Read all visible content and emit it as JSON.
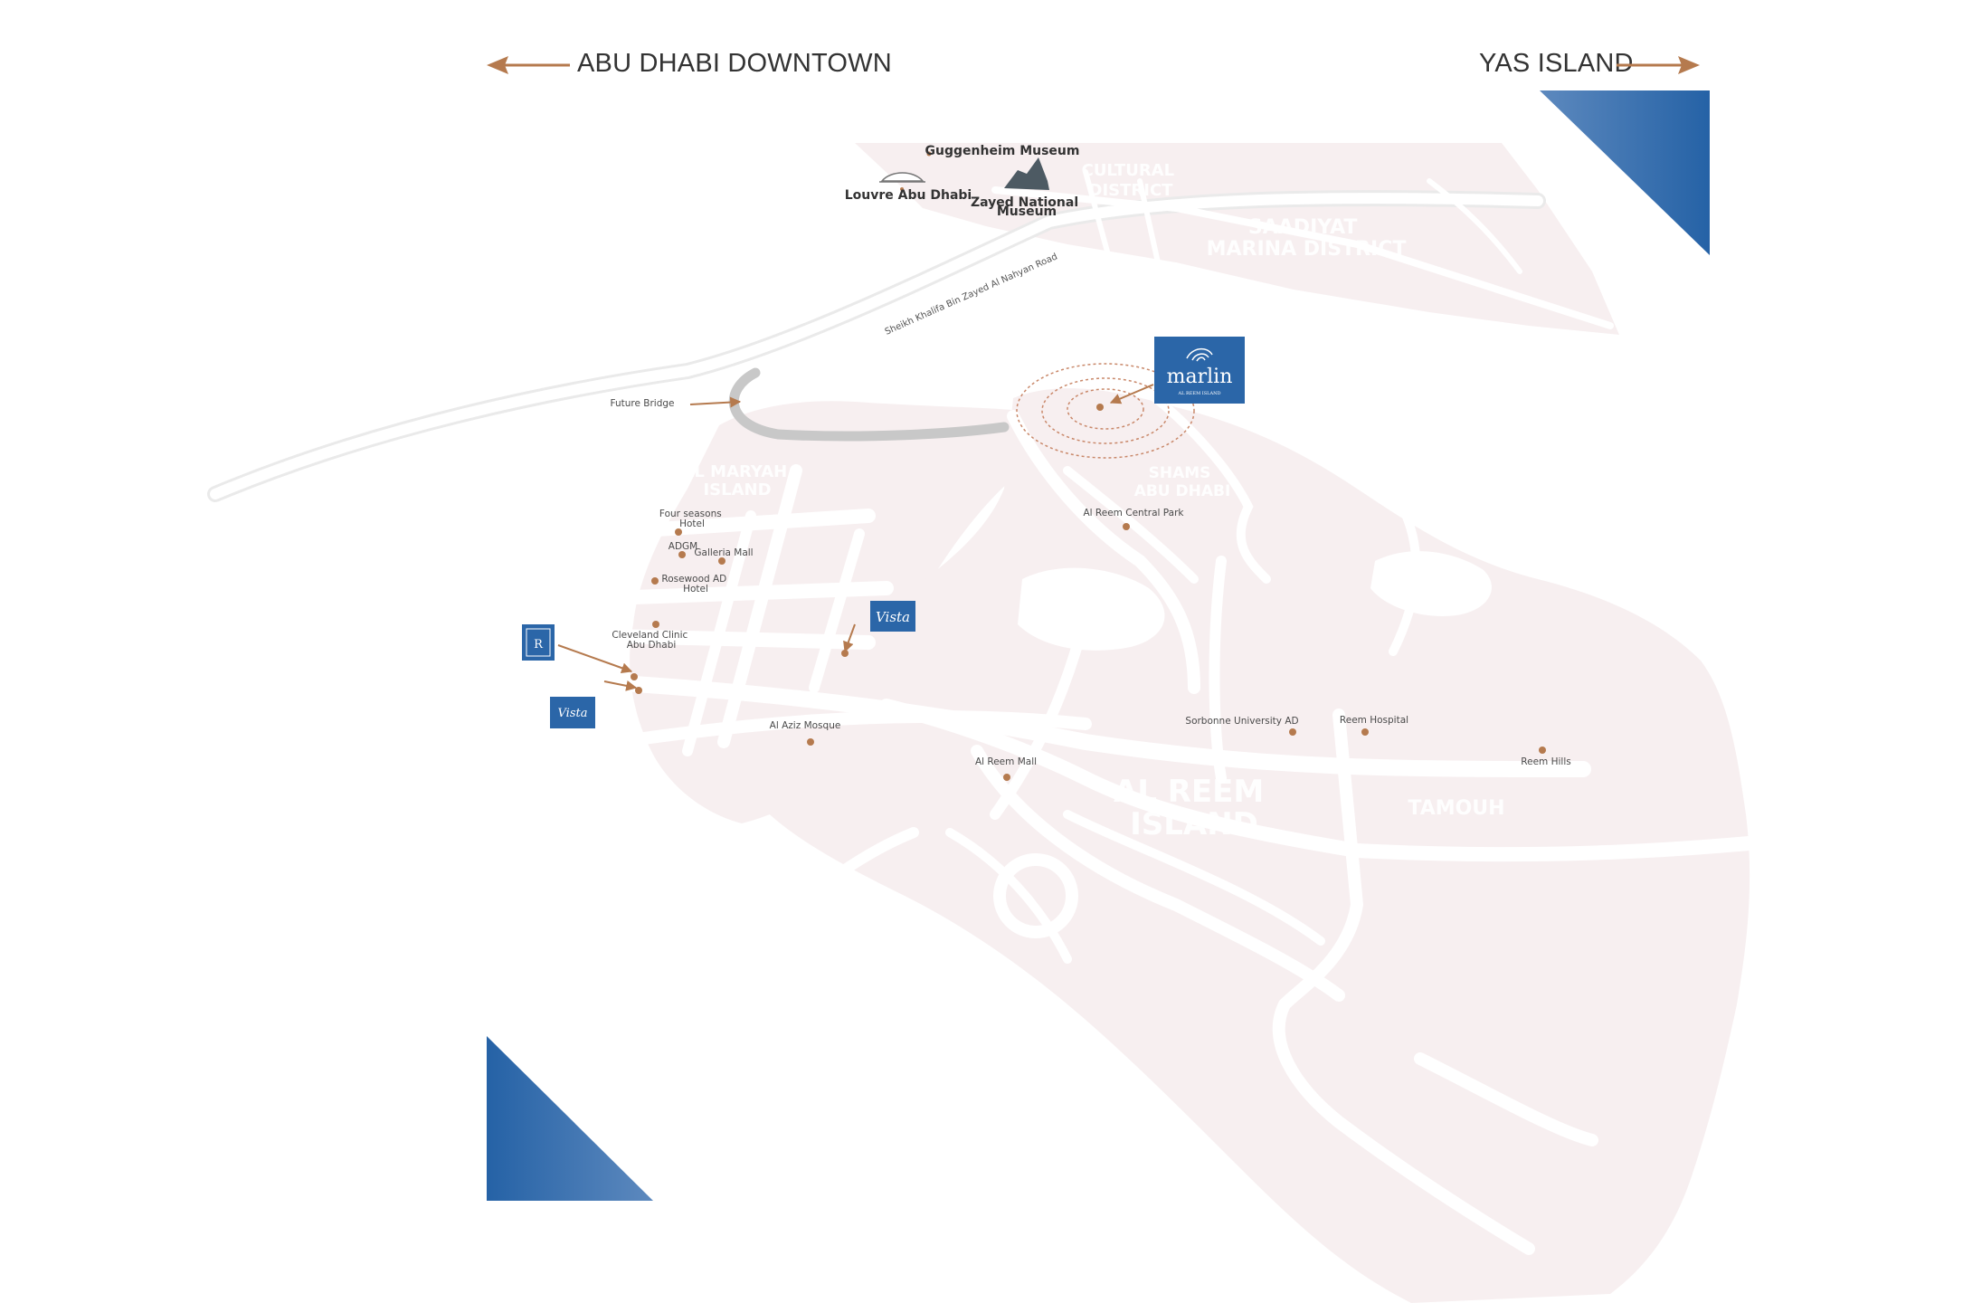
{
  "directions": {
    "left": "ABU DHABI DOWNTOWN",
    "right": "YAS ISLAND"
  },
  "districts": {
    "cultural_district": [
      "CULTURAL",
      "DISTRICT"
    ],
    "saadiyat": [
      "SAADIYAT",
      "MARINA DISTRICT"
    ],
    "al_maryah": [
      "AL MARYAH",
      "ISLAND"
    ],
    "shams": [
      "SHAMS",
      "ABU DHABI"
    ],
    "al_reem": [
      "AL REEM",
      "ISLAND"
    ],
    "tamouh": "TAMOUH"
  },
  "roads": {
    "sheikh_khalifa": "Sheikh Khalifa Bin Zayed Al Nahyan Road",
    "future_bridge": "Future Bridge"
  },
  "landmarks": {
    "guggenheim": "Guggenheim Museum",
    "louvre": "Louvre Abu Dhabi",
    "zayed": [
      "Zayed National",
      "Museum"
    ]
  },
  "pois": {
    "four_seasons": [
      "Four seasons",
      "Hotel"
    ],
    "adgm": "ADGM",
    "galleria": "Galleria Mall",
    "rosewood": [
      "Rosewood AD",
      "Hotel"
    ],
    "cleveland": [
      "Cleveland Clinic",
      "Abu Dhabi"
    ],
    "al_aziz": "Al Aziz Mosque",
    "al_reem_mall": "Al Reem Mall",
    "central_park": "Al Reem Central Park",
    "sorbonne": "Sorbonne University AD",
    "reem_hospital": "Reem Hospital",
    "reem_hills": "Reem Hills"
  },
  "projects": {
    "marlin": "marlin",
    "marlin_sub": "AL REEM ISLAND",
    "vista": "Vista",
    "vista_small": "Vista",
    "r_logo": "R"
  },
  "colors": {
    "land": "#f7eff0",
    "road": "#ffffff",
    "accent_brown": "#b57a4e",
    "brand_blue": "#2b66a8",
    "bridge_grey": "#c8c8c8"
  }
}
